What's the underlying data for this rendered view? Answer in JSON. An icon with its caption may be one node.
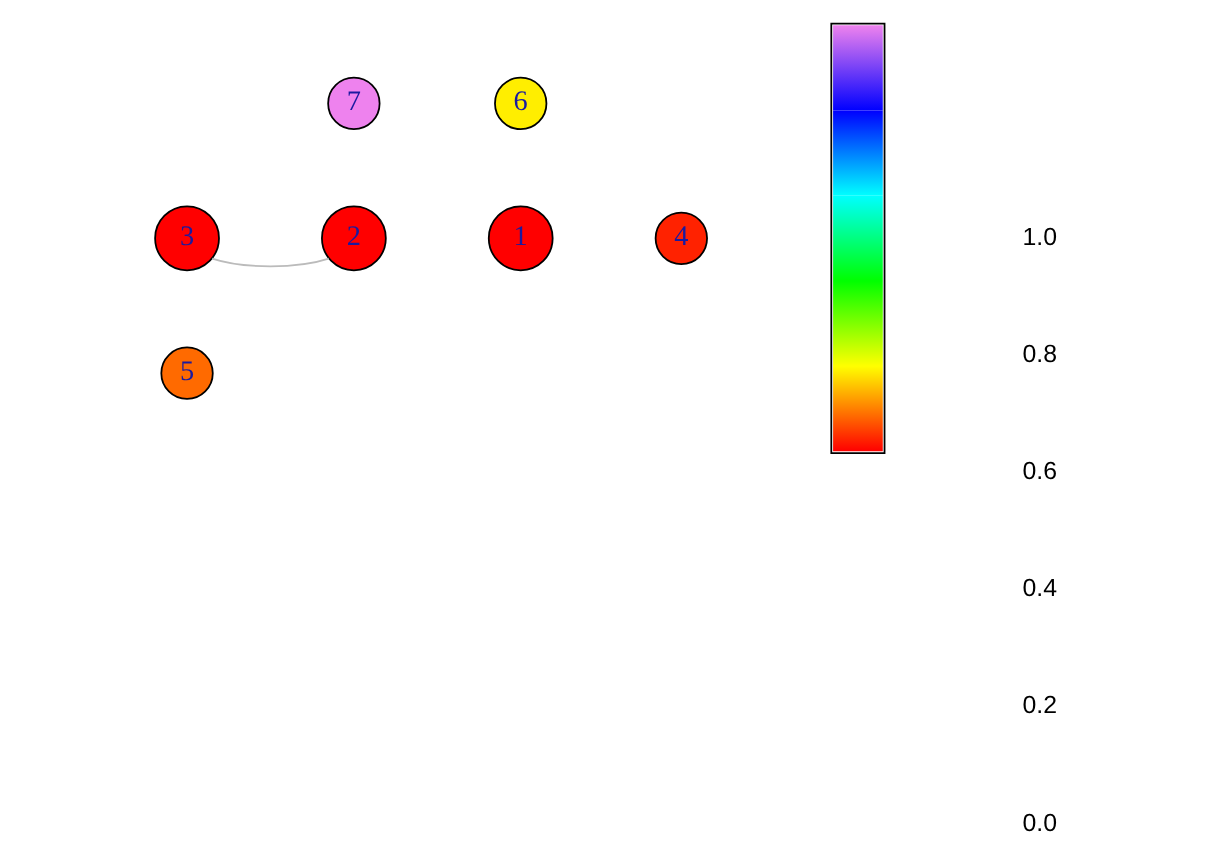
{
  "diagram": {
    "nodes": [
      {
        "text": [
          "1"
        ]
      },
      {
        "text": [
          "2"
        ]
      },
      {
        "text": [
          "3"
        ]
      },
      {
        "text": [
          "4"
        ]
      },
      {
        "text": [
          "5"
        ]
      },
      {
        "text": [
          "6"
        ]
      },
      {
        "text": [
          "7"
        ]
      },
      {
        "text": [],
        "shape": "bar"
      }
    ],
    "edges": [
      {
        "from": 2,
        "to": 1,
        "arrow": "none"
      }
    ],
    "labels": [
      "1.0",
      "0.8",
      "0.6",
      "0.4",
      "0.2",
      "0.0"
    ]
  }
}
